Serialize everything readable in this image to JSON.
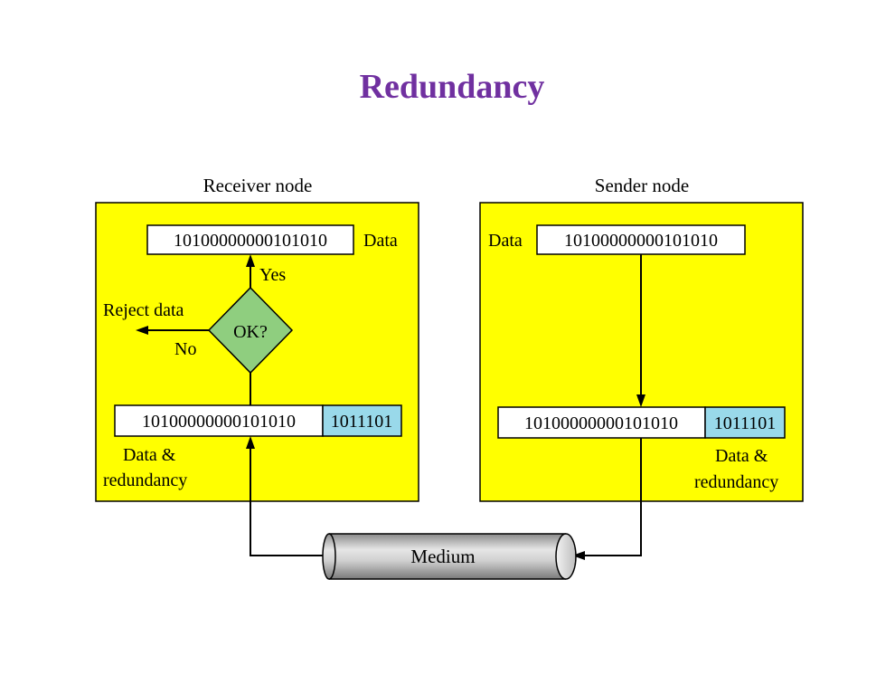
{
  "title": "Redundancy",
  "colors": {
    "title": "#7030A0",
    "node_fill": "#FFFF00",
    "decision_fill": "#8FCE7F",
    "redundancy_fill": "#99D9EA",
    "stroke": "#000000"
  },
  "receiver": {
    "caption": "Receiver node",
    "data_label": "Data",
    "data_bits": "10100000000101010",
    "decision_label": "OK?",
    "yes_label": "Yes",
    "no_label": "No",
    "reject_label": "Reject data",
    "combined_bits": "10100000000101010",
    "redundancy_bits": "1011101",
    "combined_label_line1": "Data &",
    "combined_label_line2": "redundancy"
  },
  "sender": {
    "caption": "Sender node",
    "data_label": "Data",
    "data_bits": "10100000000101010",
    "combined_bits": "10100000000101010",
    "redundancy_bits": "1011101",
    "combined_label_line1": "Data &",
    "combined_label_line2": "redundancy"
  },
  "medium_label": "Medium"
}
